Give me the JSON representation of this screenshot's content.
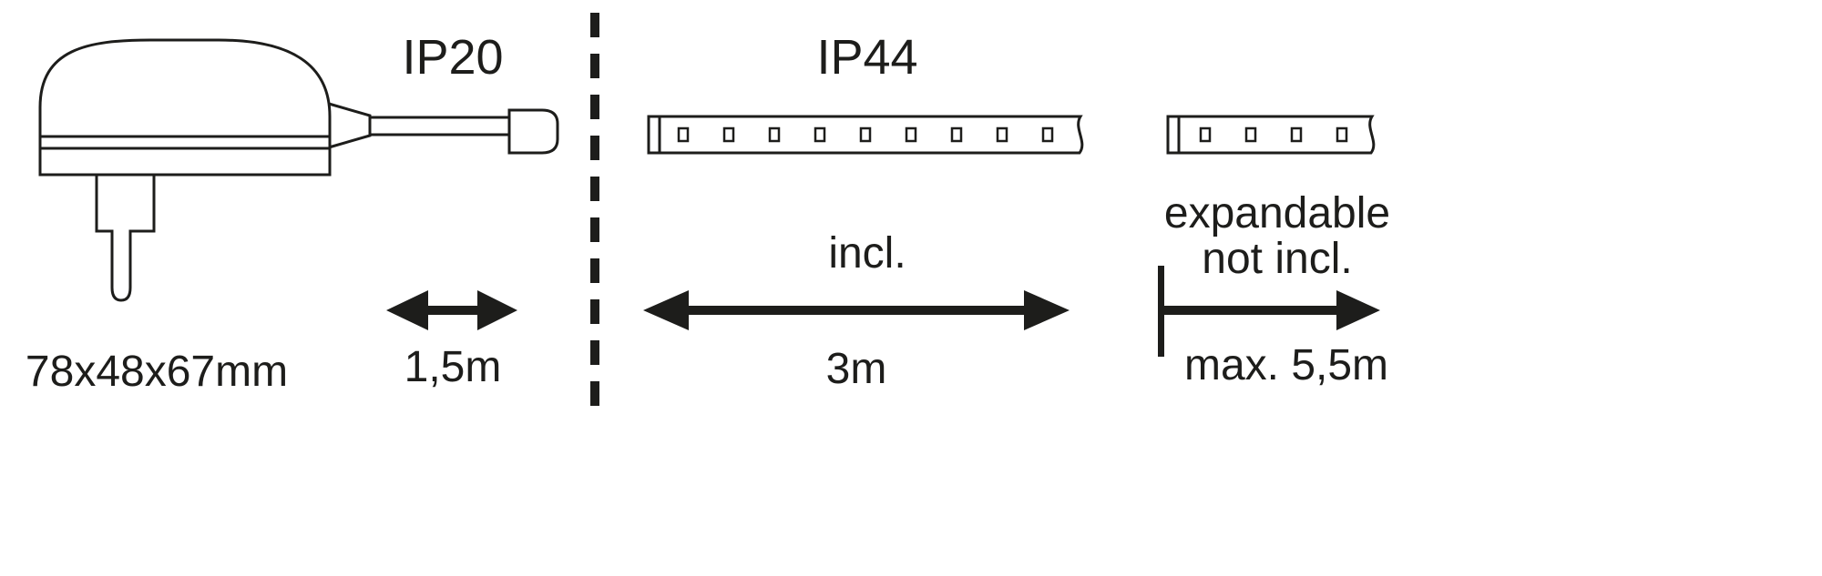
{
  "labels": {
    "ip_left": "IP20",
    "ip_right": "IP44",
    "adapter_dimensions": "78x48x67mm",
    "cable_length": "1,5m",
    "included": "incl.",
    "strip_length": "3m",
    "expandable_line1": "expandable",
    "expandable_line2": "not incl.",
    "max_length": "max. 5,5m"
  },
  "colors": {
    "line": "#1d1d1b",
    "background": "#ffffff"
  }
}
